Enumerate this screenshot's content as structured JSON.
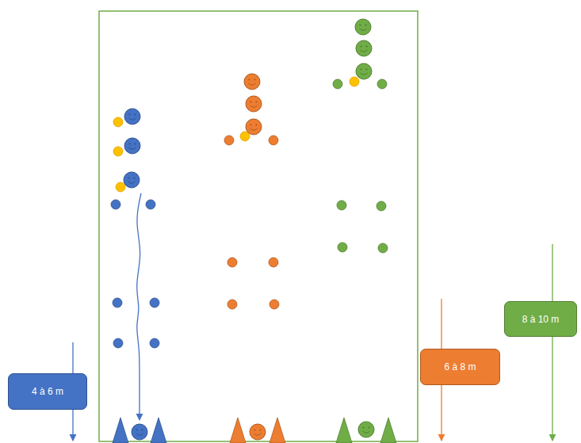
{
  "diagram": {
    "nodes": [
      {
        "text": [
          "4 à 6 m"
        ]
      },
      {
        "text": [
          "6 à 8 m"
        ]
      },
      {
        "text": [
          "8 à 10 m"
        ]
      }
    ]
  }
}
